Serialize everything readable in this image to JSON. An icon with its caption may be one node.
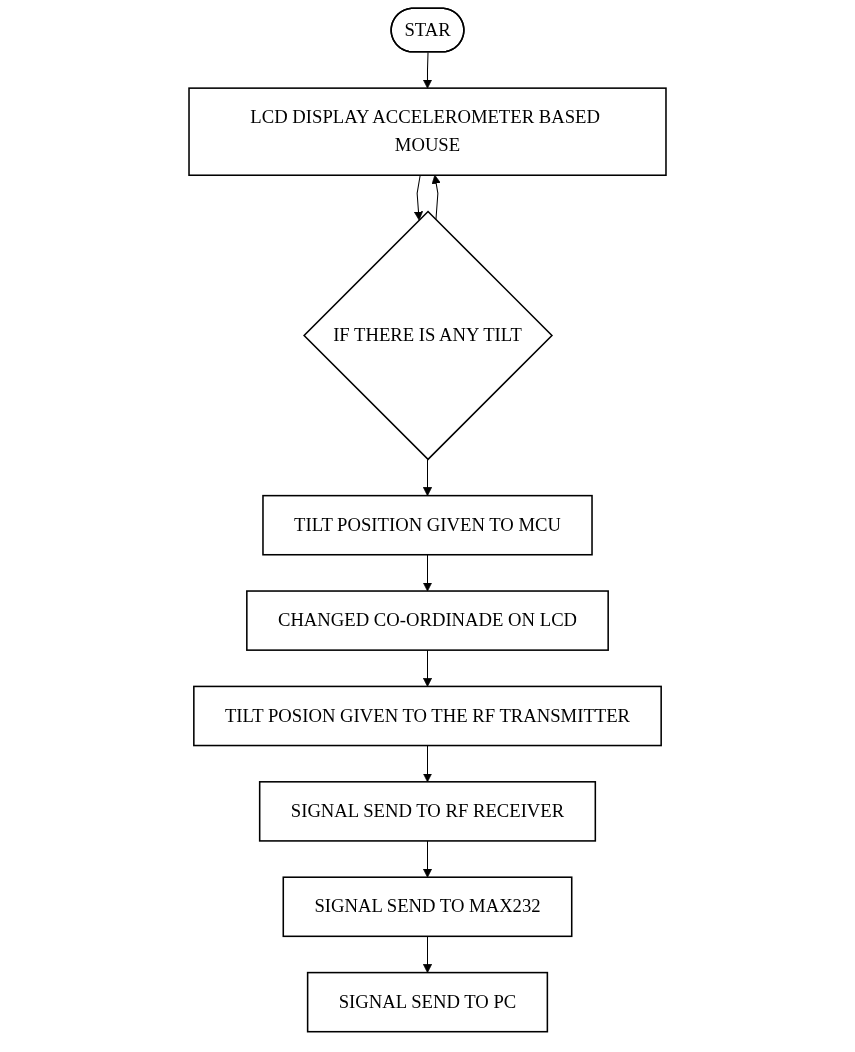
{
  "diagram": {
    "nodes": [
      {
        "text": [
          "STAR"
        ]
      },
      {
        "text": [
          "LCD DISPLAY ACCELEROMETER BASED MOUSE"
        ]
      },
      {
        "text": [
          "IF THERE IS ANY TILT"
        ]
      },
      {
        "text": [
          "TILT POSITION GIVEN TO MCU"
        ]
      },
      {
        "text": [
          "CHANGED CO-ORDINADE ON LCD"
        ]
      },
      {
        "text": [
          "TILT POSION GIVEN TO THE RF TRANSMITTER"
        ]
      },
      {
        "text": [
          "SIGNAL SEND TO RF RECEIVER"
        ]
      },
      {
        "text": [
          "SIGNAL SEND TO MAX232"
        ]
      },
      {
        "text": [
          "SIGNAL SEND TO PC"
        ]
      }
    ],
    "edges": [
      {
        "from": 0,
        "to": 1,
        "arrow": "to"
      },
      {
        "from": 1,
        "to": 2,
        "arrow": "to"
      },
      {
        "from": 2,
        "to": 3,
        "arrow": "to"
      },
      {
        "from": 3,
        "to": 4,
        "arrow": "to"
      },
      {
        "from": 4,
        "to": 5,
        "arrow": "to"
      },
      {
        "from": 5,
        "to": 6,
        "arrow": "to"
      },
      {
        "from": 6,
        "to": 7,
        "arrow": "to"
      },
      {
        "from": 7,
        "to": 8,
        "arrow": "to"
      },
      {
        "from": 2,
        "to": 1,
        "arrow": "to"
      }
    ]
  }
}
